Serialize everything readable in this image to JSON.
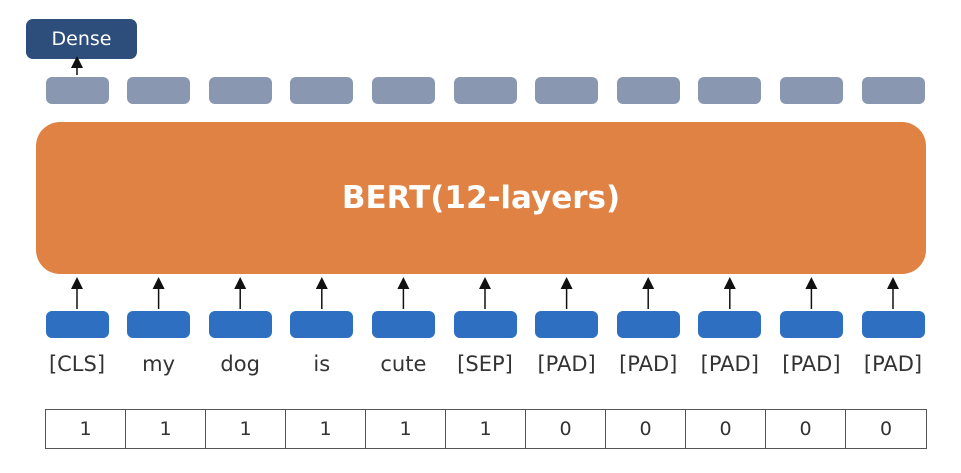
{
  "dense_label": "Dense",
  "bert_label": "BERT(12-layers)",
  "tokens": [
    "[CLS]",
    "my",
    "dog",
    "is",
    "cute",
    "[SEP]",
    "[PAD]",
    "[PAD]",
    "[PAD]",
    "[PAD]",
    "[PAD]"
  ],
  "attention_mask": [
    "1",
    "1",
    "1",
    "1",
    "1",
    "1",
    "0",
    "0",
    "0",
    "0",
    "0"
  ],
  "colors": {
    "dense": "#2d4d7b",
    "bert": "#df8244",
    "output_boxes": "#8997b1",
    "input_boxes": "#2f6fc1"
  }
}
